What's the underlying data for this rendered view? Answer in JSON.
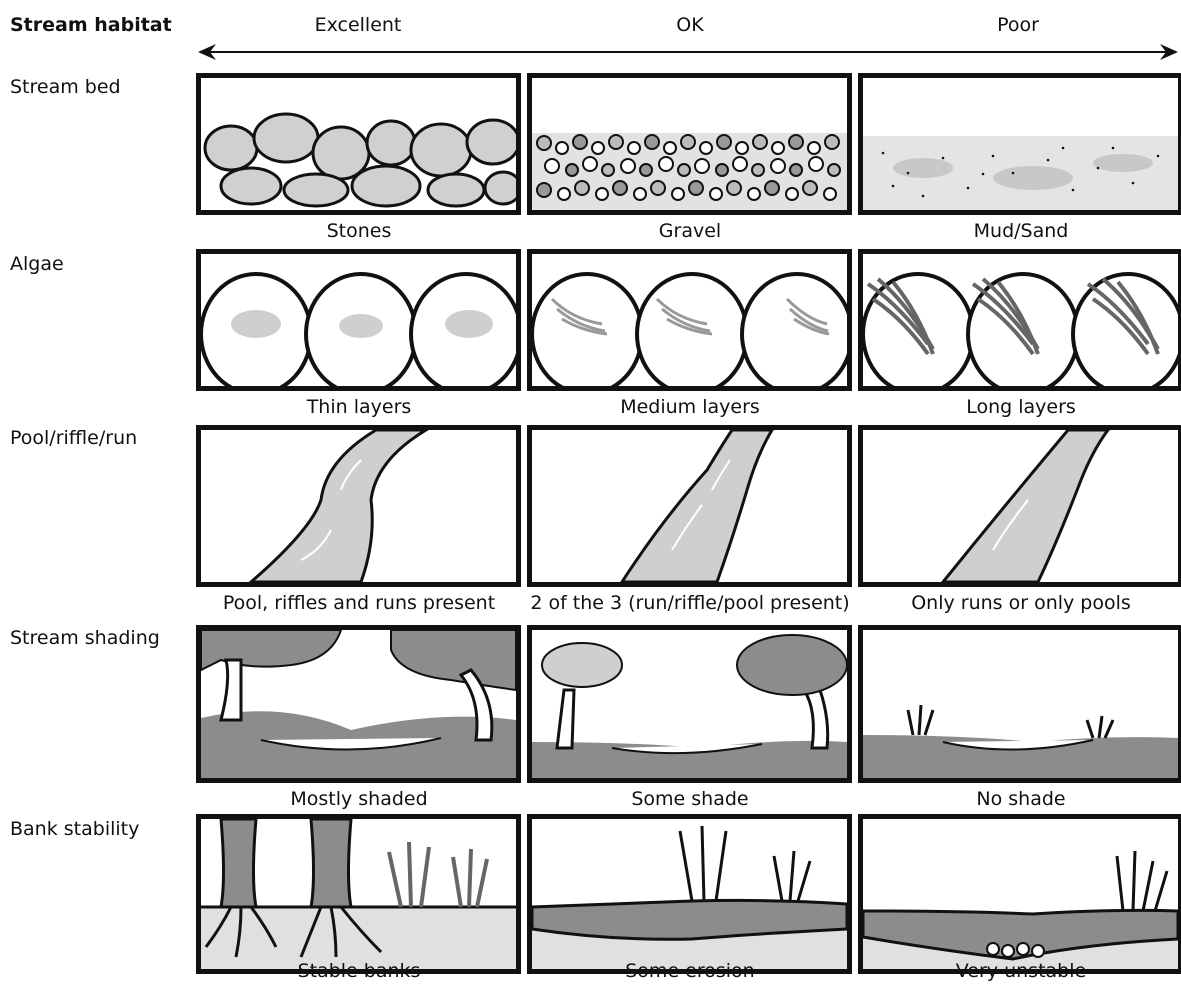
{
  "header": {
    "title": "Stream habitat",
    "scale": [
      "Excellent",
      "OK",
      "Poor"
    ]
  },
  "rows": [
    {
      "label": "Stream bed",
      "items": [
        {
          "caption": "Stones",
          "icon": "stones-illustration"
        },
        {
          "caption": "Gravel",
          "icon": "gravel-illustration"
        },
        {
          "caption": "Mud/Sand",
          "icon": "mud-sand-illustration"
        }
      ]
    },
    {
      "label": "Algae",
      "items": [
        {
          "caption": "Thin layers",
          "icon": "thin-algae-illustration"
        },
        {
          "caption": "Medium layers",
          "icon": "medium-algae-illustration"
        },
        {
          "caption": "Long layers",
          "icon": "long-algae-illustration"
        }
      ]
    },
    {
      "label": "Pool/riffle/run",
      "items": [
        {
          "caption": "Pool, riffles and runs present",
          "icon": "winding-stream-illustration"
        },
        {
          "caption": "2 of the 3 (run/riffle/pool present)",
          "icon": "stream-illustration"
        },
        {
          "caption": "Only runs or only pools",
          "icon": "straight-stream-illustration"
        }
      ]
    },
    {
      "label": "Stream shading",
      "items": [
        {
          "caption": "Mostly shaded",
          "icon": "dense-trees-illustration"
        },
        {
          "caption": "Some shade",
          "icon": "some-trees-illustration"
        },
        {
          "caption": "No shade",
          "icon": "open-bank-illustration"
        }
      ]
    },
    {
      "label": "Bank stability",
      "items": [
        {
          "caption": "Stable banks",
          "icon": "rooted-bank-illustration"
        },
        {
          "caption": "Some erosion",
          "icon": "eroding-bank-illustration"
        },
        {
          "caption": "Very unstable",
          "icon": "collapsing-bank-illustration"
        }
      ]
    }
  ],
  "colors": {
    "line": "#111111",
    "fill_light": "#d9d9d9",
    "fill_mid": "#bfbfbf",
    "fill_dark": "#8c8c8c"
  }
}
